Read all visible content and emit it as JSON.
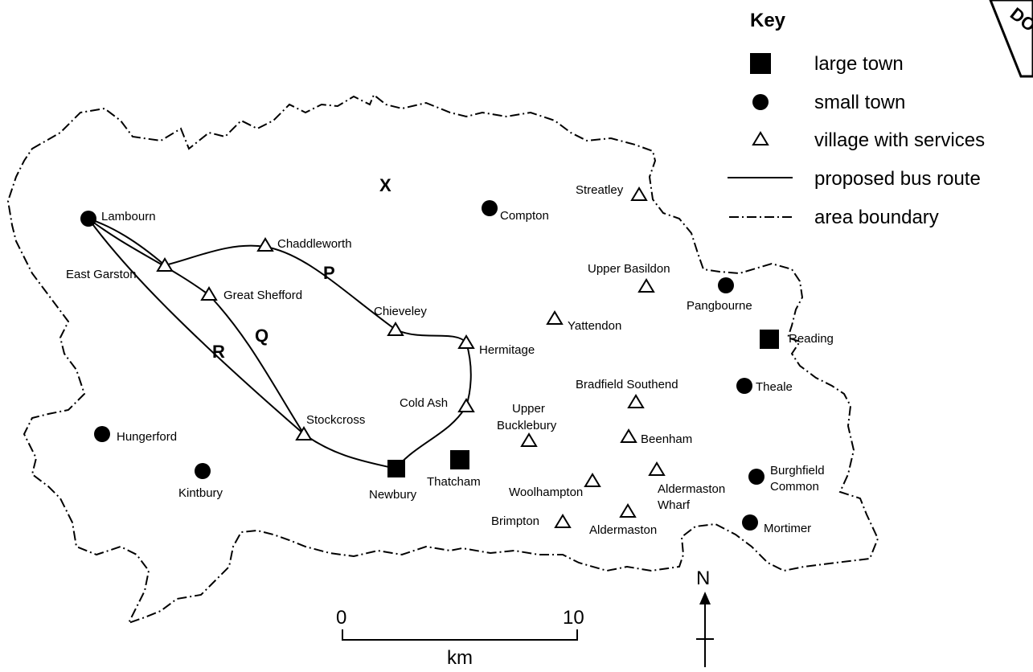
{
  "area_label": "X",
  "routes": [
    {
      "id": "P",
      "label": "P"
    },
    {
      "id": "Q",
      "label": "Q"
    },
    {
      "id": "R",
      "label": "R"
    }
  ],
  "places": {
    "large_towns": [
      "Newbury",
      "Thatcham",
      "Reading"
    ],
    "small_towns": [
      "Lambourn",
      "Compton",
      "Pangbourne",
      "Theale",
      "Hungerford",
      "Kintbury",
      "Burghfield Common",
      "Mortimer"
    ],
    "villages": [
      "East Garston",
      "Chaddleworth",
      "Great Shefford",
      "Chieveley",
      "Hermitage",
      "Yattendon",
      "Upper Basildon",
      "Streatley",
      "Cold Ash",
      "Stockcross",
      "Upper Bucklebury",
      "Bradfield Southend",
      "Beenham",
      "Woolhampton",
      "Aldermaston Wharf",
      "Brimpton",
      "Aldermaston"
    ]
  },
  "labels": {
    "lambourn": "Lambourn",
    "compton": "Compton",
    "streatley": "Streatley",
    "chaddleworth": "Chaddleworth",
    "east_garston": "East Garston",
    "great_shefford": "Great Shefford",
    "upper_basildon": "Upper Basildon",
    "pangbourne": "Pangbourne",
    "chieveley": "Chieveley",
    "yattendon": "Yattendon",
    "hermitage": "Hermitage",
    "reading": "Reading",
    "bradfield_southend": "Bradfield Southend",
    "theale": "Theale",
    "cold_ash": "Cold Ash",
    "upper_bucklebury_1": "Upper",
    "upper_bucklebury_2": "Bucklebury",
    "stockcross": "Stockcross",
    "hungerford": "Hungerford",
    "beenham": "Beenham",
    "kintbury": "Kintbury",
    "newbury": "Newbury",
    "thatcham": "Thatcham",
    "woolhampton": "Woolhampton",
    "aldermaston_wharf_1": "Aldermaston",
    "aldermaston_wharf_2": "Wharf",
    "burghfield_1": "Burghfield",
    "burghfield_2": "Common",
    "brimpton": "Brimpton",
    "aldermaston": "Aldermaston",
    "mortimer": "Mortimer"
  },
  "scale": {
    "start": "0",
    "end": "10",
    "unit": "km",
    "length_km": 10
  },
  "north": "N",
  "key": {
    "title": "Key",
    "large_town": "large town",
    "small_town": "small town",
    "village": "village with services",
    "bus_route": "proposed bus route",
    "boundary": "area boundary"
  },
  "stamp_text": "DO",
  "colors": {
    "ink": "#000000",
    "paper": "#ffffff"
  }
}
